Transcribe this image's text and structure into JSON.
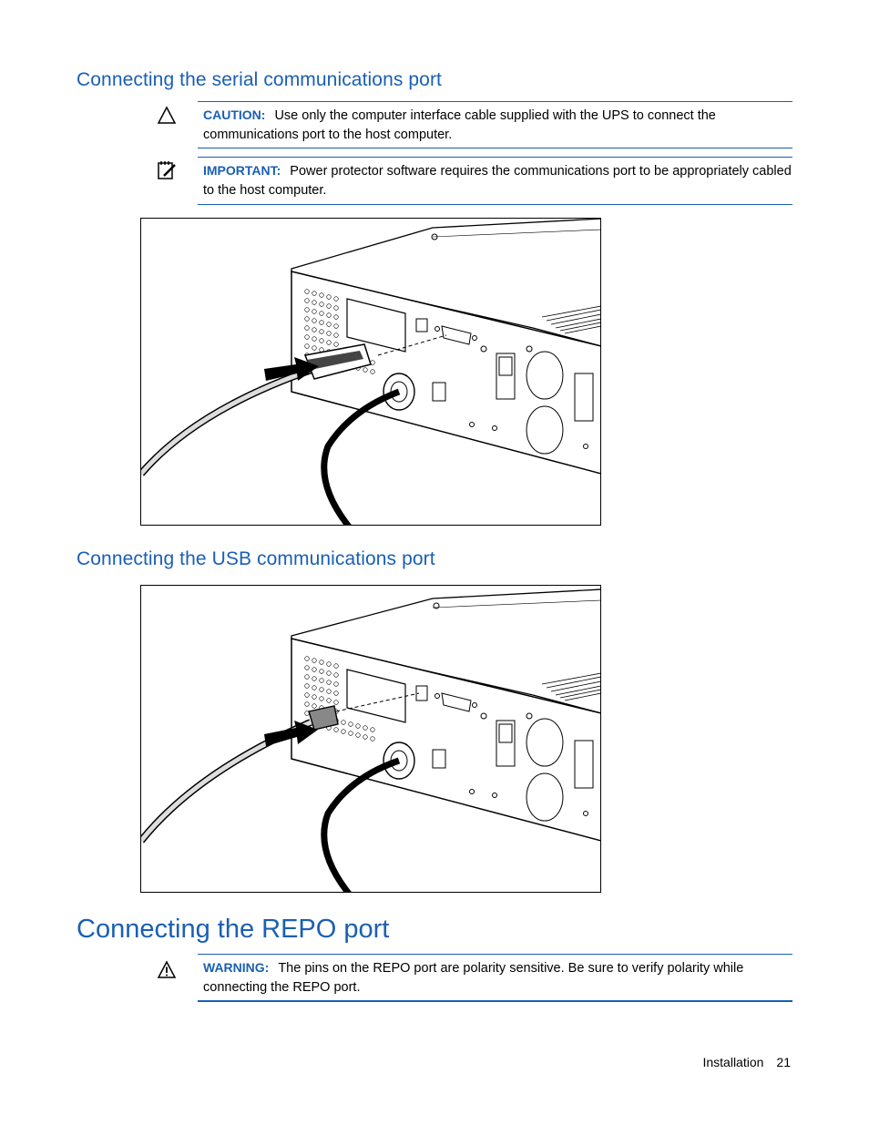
{
  "sections": {
    "serial": {
      "heading": "Connecting the serial communications port",
      "caution": {
        "label": "CAUTION:",
        "text": "Use only the computer interface cable supplied with the UPS to connect the communications port to the host computer."
      },
      "important": {
        "label": "IMPORTANT:",
        "text": "Power protector software requires the communications port to be appropriately cabled to the host computer."
      }
    },
    "usb": {
      "heading": "Connecting the USB communications port"
    },
    "repo": {
      "heading": "Connecting the REPO port",
      "warning": {
        "label": "WARNING:",
        "text": "The pins on the REPO port are polarity sensitive. Be sure to verify polarity while connecting the REPO port."
      }
    }
  },
  "footer": {
    "section": "Installation",
    "page": "21"
  },
  "colors": {
    "heading": "#1a5fb4",
    "rule": "#1a5fb4"
  }
}
